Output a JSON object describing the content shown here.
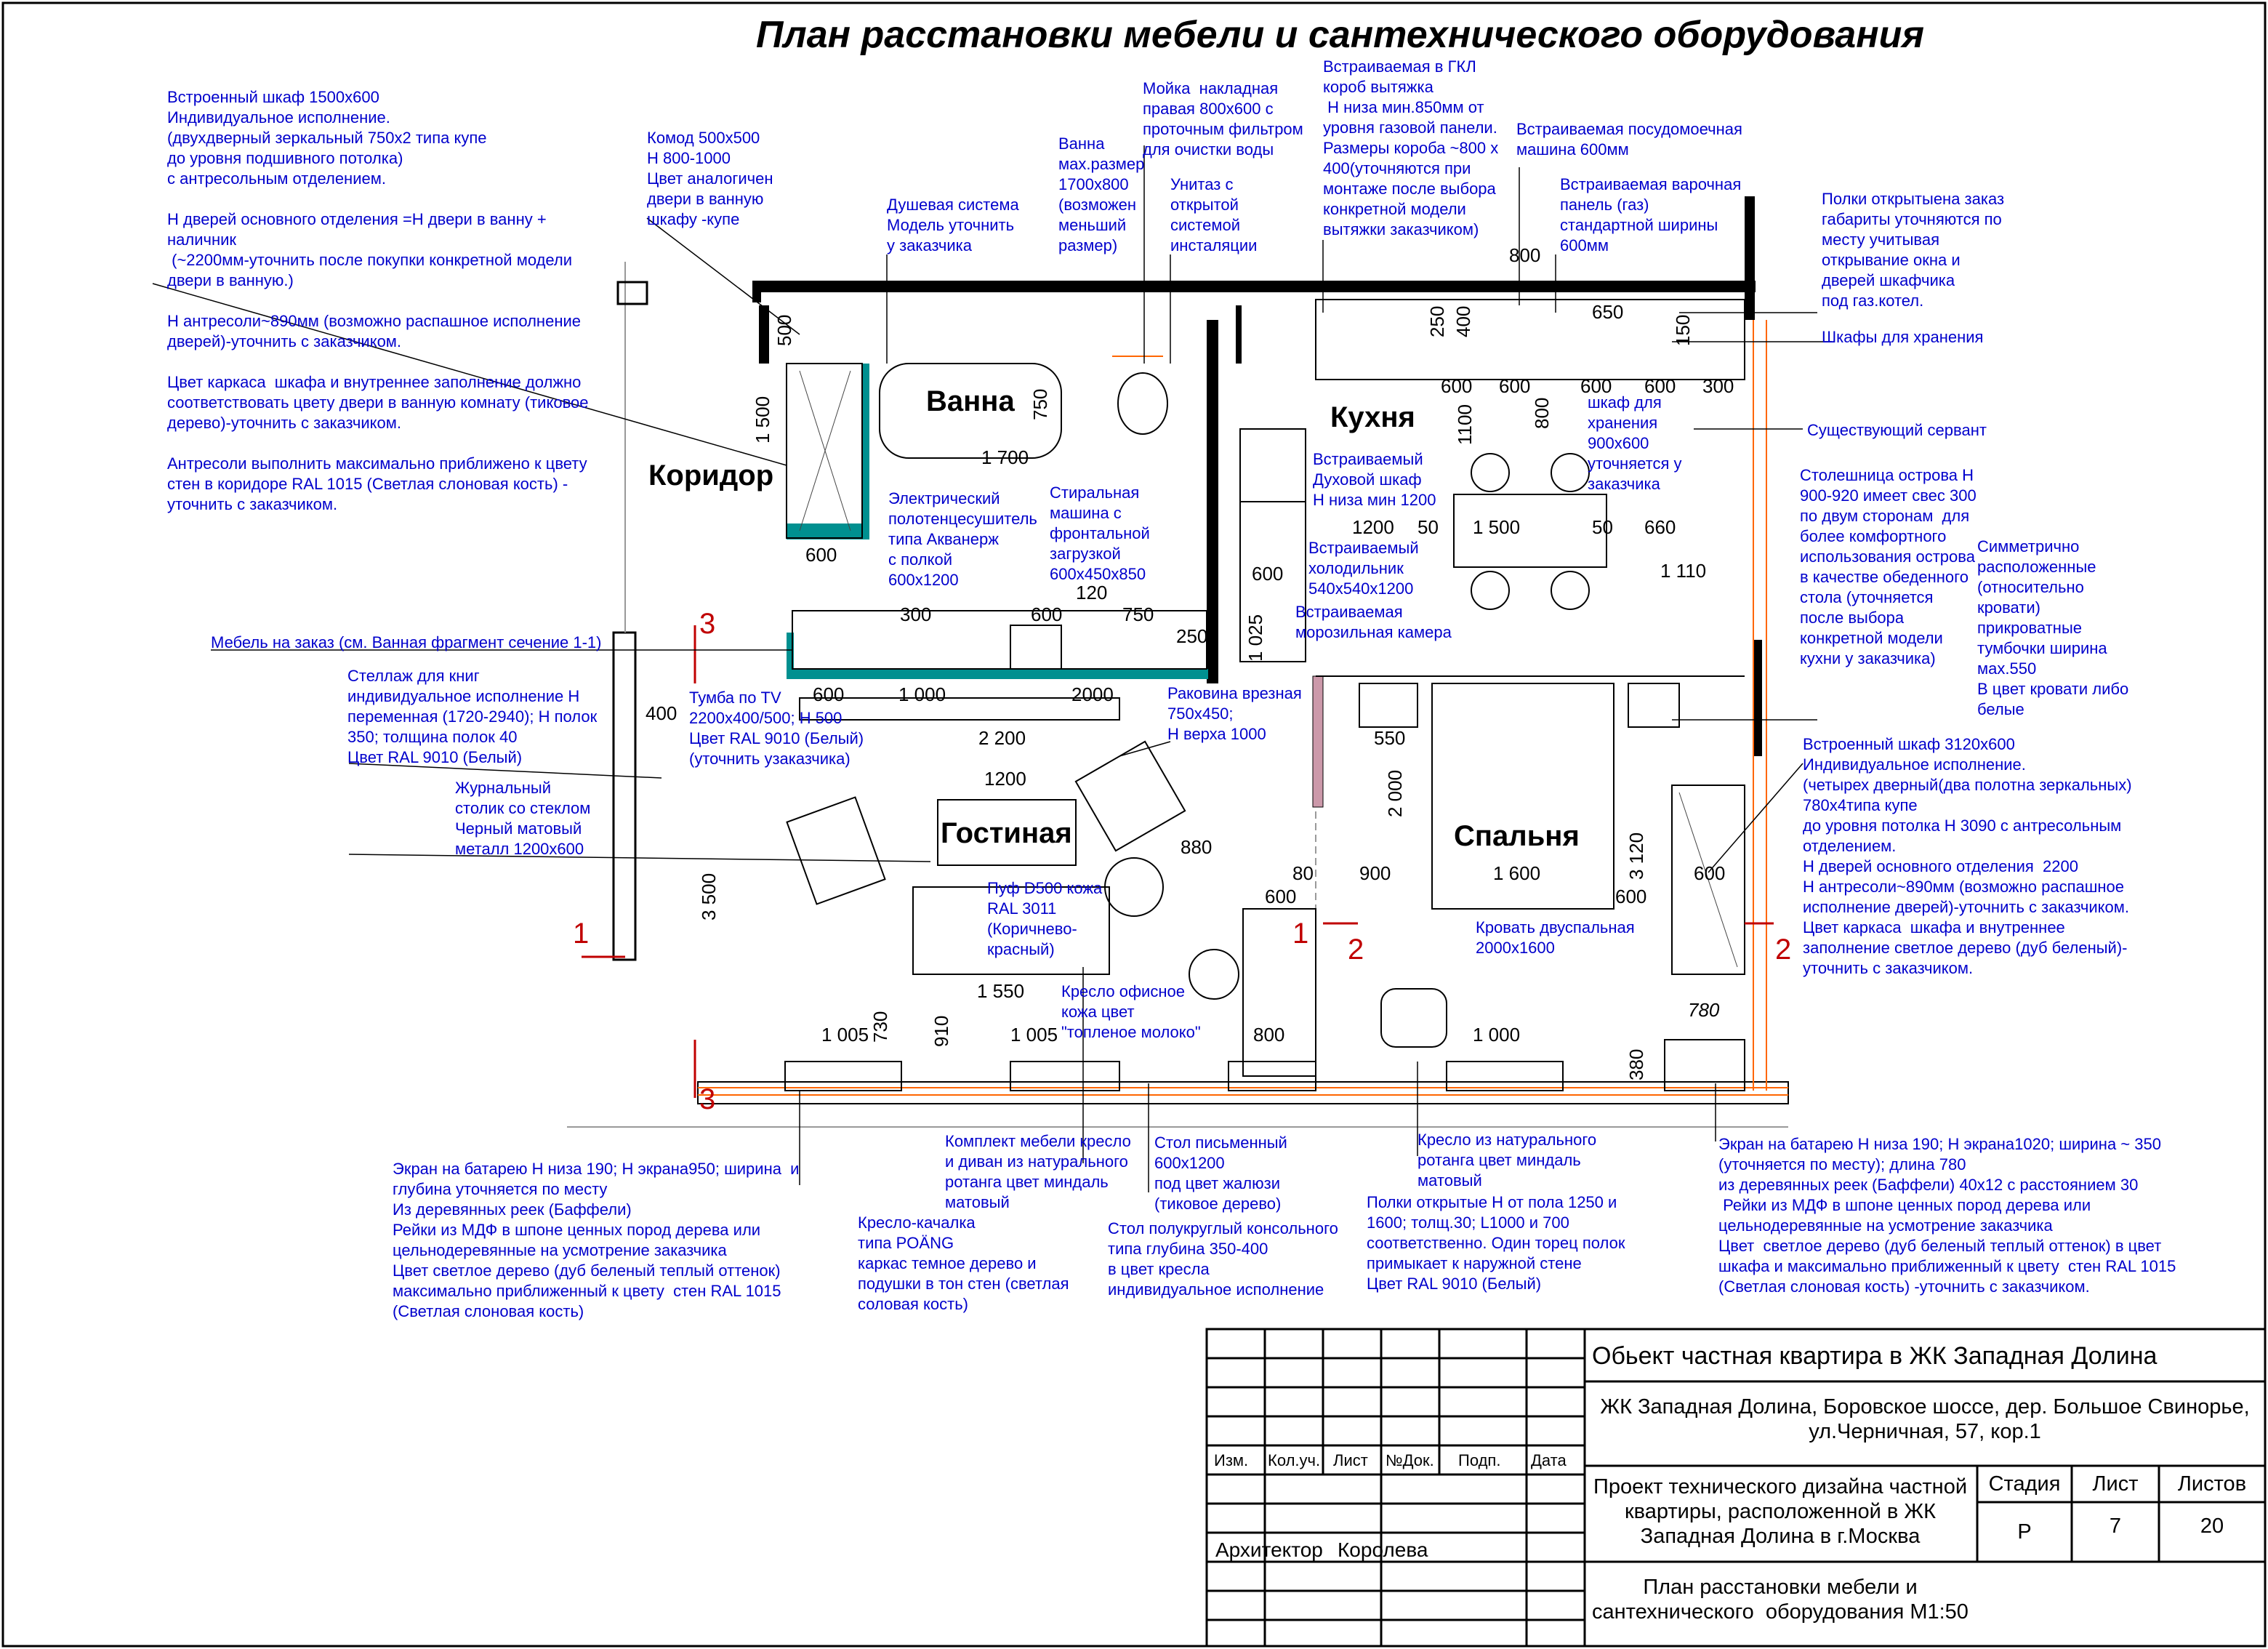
{
  "title": "План расстановки мебели и сантехнического  оборудования",
  "rooms": {
    "corridor": "Коридор",
    "bath": "Ванна",
    "kitchen": "Кухня",
    "living": "Гостиная",
    "bedroom": "Спальня"
  },
  "notes": {
    "wardrobe_corridor": "Встроенный шкаф 1500х600\nИндивидуальное исполнение.\n(двухдверный зеркальный 750х2 типа купе\nдо уровня подшивного потолка)\nс антресольным отделением.\n\nН дверей основного отделения =Н двери в ванну +\nналичник\n (~2200мм-уточнить после покупки конкретной модели\nдвери в ванную.)\n\nН антресоли~890мм (возможно распашное исполнение\nдверей)-уточнить с заказчиком.\n\nЦвет каркаса  шкафа и внутреннее заполнение должно\nсоответствовать цвету двери в ванную комнату (тиковое\nдерево)-уточнить с заказчиком.\n\nАнтресоли выполнить максимально приближено к цвету\nстен в коридоре RAL 1015 (Светлая слоновая кость) -\nуточнить с заказчиком.",
    "dresser": "Комод 500х500\nН 800-1000\nЦвет аналогичен\nдвери в ванную\nшкафу -купе",
    "shower": "Душевая система\nМодель уточнить\nу заказчика",
    "bath_size": "Ванна\nмах.размер\n1700х800\n(возможен\nменьший\nразмер)",
    "sink_overlay": "Мойка  накладная\nправая 800х600 с\nпроточным фильтром\nдля очистки воды",
    "toilet": "Унитаз с\nоткрытой\nсистемой\nинсталяции",
    "hood": "Встраиваемая в ГКЛ\nкороб вытяжка\n Н низа мин.850мм от\nуровня газовой панели.\nРазмеры короба ~800 х\n400(уточняются при\nмонтаже после выбора\nконкретной модели\nвытяжки заказчиком)",
    "dishwasher": "Встраиваемая посудомоечная\nмашина 600мм",
    "hob": "Встраиваемая варочная\nпанель (газ)\nстандартной ширины\n600мм",
    "shelves_open": "Полки открытыена заказ\nгабариты уточняются по\nместу учитывая\nоткрывание окна и\nдверей шкафчика\nпод газ.котел.",
    "storage": "Шкафы для хранения",
    "storage2": "шкаф для\nхранения\n900х600\nуточняется у\nзаказчика",
    "sideboard": "Существующий сервант",
    "towel": "Электрический\nполотенцесушитель\nтипа Акванерж\nс полкой\n600х1200",
    "washer": "Стиральная\nмашина с\nфронтальной\nзагрузкой\n600х450х850",
    "oven": "Встраиваемый\nДуховой шкаф\nН низа мин 1200",
    "fridge": "Встраиваемый\nхолодильник\n540х540х1200",
    "freezer": "Встраиваемая\nморозильная камера",
    "island": "Столешница острова Н\n900-920 имеет свес 300\nпо двум сторонам  для\nболее комфортного\nиспользования острова\nв качестве обеденного\nстола (уточняется\nпосле выбора\nконкретной модели\nкухни у заказчика)",
    "bedside": "Симметрично\nрасположенные\n(относительно\nкровати)\nприкроватные\nтумбочки ширина\nмах.550\nВ цвет кровати либо\nбелые",
    "bath_furniture": "Мебель на заказ (см. Ванная фрагмент сечение 1-1)",
    "bookcase": "Стеллаж для книг\nиндивидуальное исполнение Н\nпеременная (1720-2940); Н полок\n350; толщина полок 40\nЦвет RAL 9010 (Белый)",
    "tv_stand": "Тумба по TV\n2200х400/500; Н 500\nЦвет RAL 9010 (Белый)\n(уточнить узаказчика)",
    "sink_cut": "Раковина врезная\n750х450;\nН верха 1000",
    "coffee_table": "Журнальный\nстолик со стеклом\nЧерный матовый\nметалл 1200х600",
    "pouf": "Пуф D500 кожа\nRAL 3011\n(Коричнево-\nкрасный)",
    "office_chair": "Кресло офисное\nкожа цвет\n\"топленое молоко\"",
    "wardrobe_bed": "Встроенный шкаф 3120х600\nИндивидуальное исполнение.\n(четырех дверный(два полотна зеркальных)\n780х4типа купе\nдо уровня потолка Н 3090 с антресольным\nотделением.\nН дверей основного отделения  2200\nН антресоли~890мм (возможно распашное\nисполнение дверей)-уточнить с заказчиком.\nЦвет каркаса  шкафа и внутреннее\nзаполнение светлое дерево (дуб беленый)-\nуточнить с заказчиком.",
    "bed": "Кровать двуспальная\n2000х1600",
    "radiator_left": "Экран на батарею Н низа 190; Н экрана950; ширина  и\nглубина уточняется по месту\nИз деревянных реек (Баффели)\nРейки из МДФ в шпоне ценных пород дерева или\nцельнодеревянные на усмотрение заказчика\nЦвет светлое дерево (дуб беленый теплый оттенок)\nмаксимально приближенный к цвету  стен RAL 1015\n(Светлая слоновая кость)",
    "rattan_set": "Комплект мебели кресло\nи диван из натурального\nротанга цвет миндаль\nматовый",
    "rocking": "Кресло-качалка\nтипа POÄNG\nкаркас темное дерево и\nподушки в тон стен (светлая\nсоловая кость)",
    "desk": "Стол письменный\n600х1200\nпод цвет жалюзи\n(тиковое дерево)",
    "console": "Стол полукруглый консольного\nтипа глубина 350-400\nв цвет кресла\nиндивидуальное исполнение",
    "rattan_chair": "Кресло из натурального\nротанга цвет миндаль\nматовый",
    "open_shelves": "Полки открытые Н от пола 1250 и\n1600; толщ.30; L1000 и 700\nсоответственно. Один торец полок\nпримыкает к наружной стене\nЦвет RAL 9010 (Белый)",
    "radiator_right": "Экран на батарею Н низа 190; Н экрана1020; ширина ~ 350\n(уточняется по месту); длина 780\nиз деревянных реек (Баффели) 40х12 с расстоянием 30\n Рейки из МДФ в шпоне ценных пород дерева или\nцельнодеревянные на усмотрение заказчика\nЦвет  светлое дерево (дуб беленый теплый оттенок) в цвет\nшкафа и максимально приближенный к цвету  стен RAL 1015\n(Светлая слоновая кость) -уточнить с заказчиком."
  },
  "dims": {
    "d500": "500",
    "d1500": "1 500",
    "d1700": "1 700",
    "d750": "750",
    "d600a": "600",
    "d800": "800",
    "d250": "250",
    "d400": "400",
    "d650": "650",
    "d150": "150",
    "d300": "300",
    "d1100": "1100",
    "d1200": "1200",
    "d50": "50",
    "d660": "660",
    "d1110": "1 110",
    "d120": "120",
    "d1025": "1 025",
    "d550": "550",
    "d900": "900",
    "d2000": "2000",
    "d1000": "1 000",
    "d2200": "2 200",
    "d3500": "3 500",
    "d880": "880",
    "d1550": "1 550",
    "d1005": "1 005",
    "d730": "730",
    "d910": "910",
    "d80": "80",
    "d2000b": "2 000",
    "d1600": "1 600",
    "d3120": "3 120",
    "d780": "780",
    "d380": "380"
  },
  "sections": {
    "s1": "1",
    "s2": "2",
    "s3": "3"
  },
  "titleblock": {
    "cols": [
      "Изм.",
      "Кол.уч.",
      "Лист",
      "№Док.",
      "Подп.",
      "Дата"
    ],
    "object": "Обьект частная квартира  в ЖК Западная Долина",
    "address": "ЖК Западная Долина, Боровское шоссе, дер. Большое Свинорье,\nул.Черничная, 57, кор.1",
    "project": "Проект технического дизайна частной\nквартиры, расположенной в ЖК\nЗападная Долина в г.Москва",
    "sheet_title": "План расстановки мебели и\nсантехнического  оборудования М1:50",
    "role": "Архитектор",
    "name": "Королева",
    "stage_label": "Стадия",
    "sheet_label": "Лист",
    "sheets_label": "Листов",
    "stage": "Р",
    "sheet": "7",
    "sheets": "20"
  }
}
